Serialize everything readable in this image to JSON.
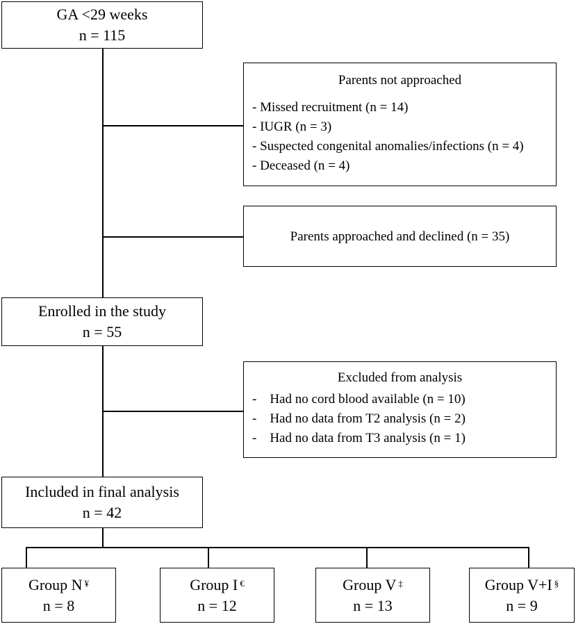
{
  "top_box": {
    "title": "GA <29 weeks",
    "count": "n = 115"
  },
  "not_approached": {
    "title": "Parents not approached",
    "items": [
      "Missed recruitment (n = 14)",
      "IUGR (n = 3)",
      "Suspected congenital anomalies/infections (n = 4)",
      "Deceased (n = 4)"
    ]
  },
  "declined": {
    "text": "Parents approached and declined (n = 35)"
  },
  "enrolled": {
    "title": "Enrolled in the study",
    "count": "n = 55"
  },
  "excluded": {
    "title": "Excluded from analysis",
    "items": [
      "Had no cord blood available (n = 10)",
      "Had no data from T2 analysis (n = 2)",
      "Had no data from T3 analysis (n = 1)"
    ]
  },
  "included": {
    "title": "Included in final analysis",
    "count": "n = 42"
  },
  "groups": [
    {
      "label": "Group N",
      "mark": "¥",
      "count": "n = 8"
    },
    {
      "label": "Group I",
      "mark": "€",
      "count": "n = 12"
    },
    {
      "label": "Group V",
      "mark": "‡",
      "count": "n = 13"
    },
    {
      "label": "Group V+I",
      "mark": "§",
      "count": "n = 9"
    }
  ]
}
